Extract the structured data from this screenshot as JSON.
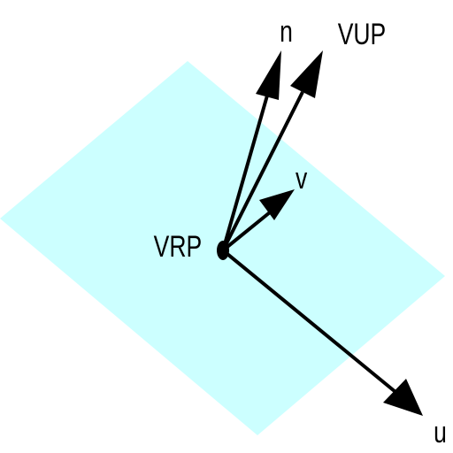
{
  "diagram": {
    "plane_color": "#ccffff",
    "ink_color": "#000000",
    "labels": {
      "n": "n",
      "vup": "VUP",
      "v": "v",
      "vrp": "VRP",
      "u": "u"
    }
  }
}
